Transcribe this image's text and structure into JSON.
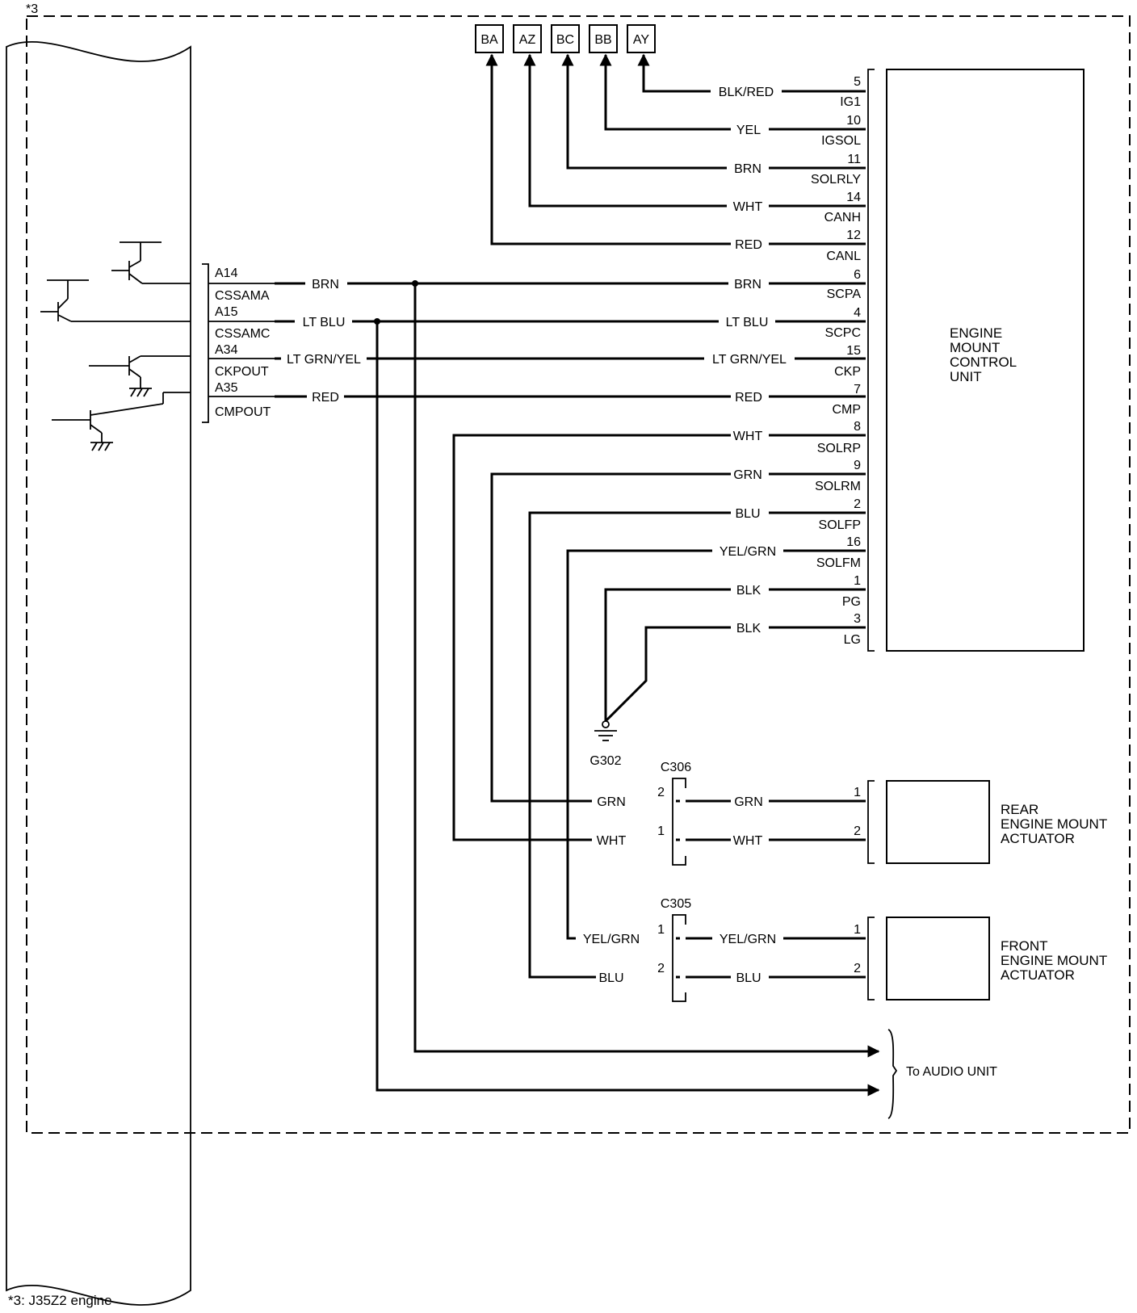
{
  "note_mark": "*3",
  "footnote": "*3:  J35Z2 engine",
  "connectors_top": [
    "BA",
    "AZ",
    "BC",
    "BB",
    "AY"
  ],
  "ecm_pins": [
    {
      "label": "A14",
      "signal": "CSSAMA"
    },
    {
      "label": "A15",
      "signal": "CSSAMC"
    },
    {
      "label": "A34",
      "signal": "CKPOUT"
    },
    {
      "label": "A35",
      "signal": "CMPOUT"
    }
  ],
  "ecm_wires": [
    "BRN",
    "LT BLU",
    "LT GRN/YEL",
    "RED"
  ],
  "control_unit": {
    "name": [
      "ENGINE",
      "MOUNT",
      "CONTROL",
      "UNIT"
    ],
    "pins": [
      {
        "num": "5",
        "name": "IG1",
        "wire": "BLK/RED"
      },
      {
        "num": "10",
        "name": "IGSOL",
        "wire": "YEL"
      },
      {
        "num": "11",
        "name": "SOLRLY",
        "wire": "BRN"
      },
      {
        "num": "14",
        "name": "CANH",
        "wire": "WHT"
      },
      {
        "num": "12",
        "name": "CANL",
        "wire": "RED"
      },
      {
        "num": "6",
        "name": "SCPA",
        "wire": "BRN"
      },
      {
        "num": "4",
        "name": "SCPC",
        "wire": "LT BLU"
      },
      {
        "num": "15",
        "name": "CKP",
        "wire": "LT GRN/YEL"
      },
      {
        "num": "7",
        "name": "CMP",
        "wire": "RED"
      },
      {
        "num": "8",
        "name": "SOLRP",
        "wire": "WHT"
      },
      {
        "num": "9",
        "name": "SOLRM",
        "wire": "GRN"
      },
      {
        "num": "2",
        "name": "SOLFP",
        "wire": "BLU"
      },
      {
        "num": "16",
        "name": "SOLFM",
        "wire": "YEL/GRN"
      },
      {
        "num": "1",
        "name": "PG",
        "wire": "BLK"
      },
      {
        "num": "3",
        "name": "LG",
        "wire": "BLK"
      }
    ]
  },
  "ground": "G302",
  "c306": {
    "name": "C306",
    "rows": [
      {
        "pin": "2",
        "left_wire": "GRN",
        "right_wire": "GRN",
        "act_pin": "1"
      },
      {
        "pin": "1",
        "left_wire": "WHT",
        "right_wire": "WHT",
        "act_pin": "2"
      }
    ]
  },
  "c305": {
    "name": "C305",
    "rows": [
      {
        "pin": "1",
        "left_wire": "YEL/GRN",
        "right_wire": "YEL/GRN",
        "act_pin": "1"
      },
      {
        "pin": "2",
        "left_wire": "BLU",
        "right_wire": "BLU",
        "act_pin": "2"
      }
    ]
  },
  "rear_actuator": [
    "REAR",
    "ENGINE MOUNT",
    "ACTUATOR"
  ],
  "front_actuator": [
    "FRONT",
    "ENGINE MOUNT",
    "ACTUATOR"
  ],
  "audio": "To AUDIO UNIT"
}
